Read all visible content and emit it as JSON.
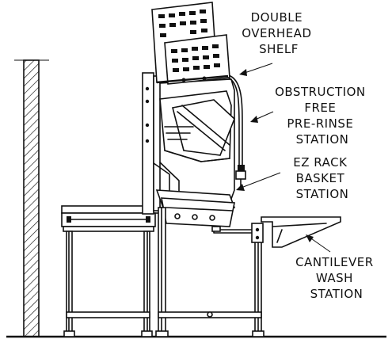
{
  "diagram": {
    "labels": {
      "double_overhead_shelf": [
        "DOUBLE",
        "OVERHEAD",
        "SHELF"
      ],
      "pre_rinse_station": [
        "OBSTRUCTION",
        "FREE",
        "PRE-RINSE",
        "STATION"
      ],
      "basket_station": [
        "EZ RACK",
        "BASKET",
        "STATION"
      ],
      "wash_station": [
        "CANTILEVER",
        "WASH",
        "STATION"
      ]
    }
  }
}
